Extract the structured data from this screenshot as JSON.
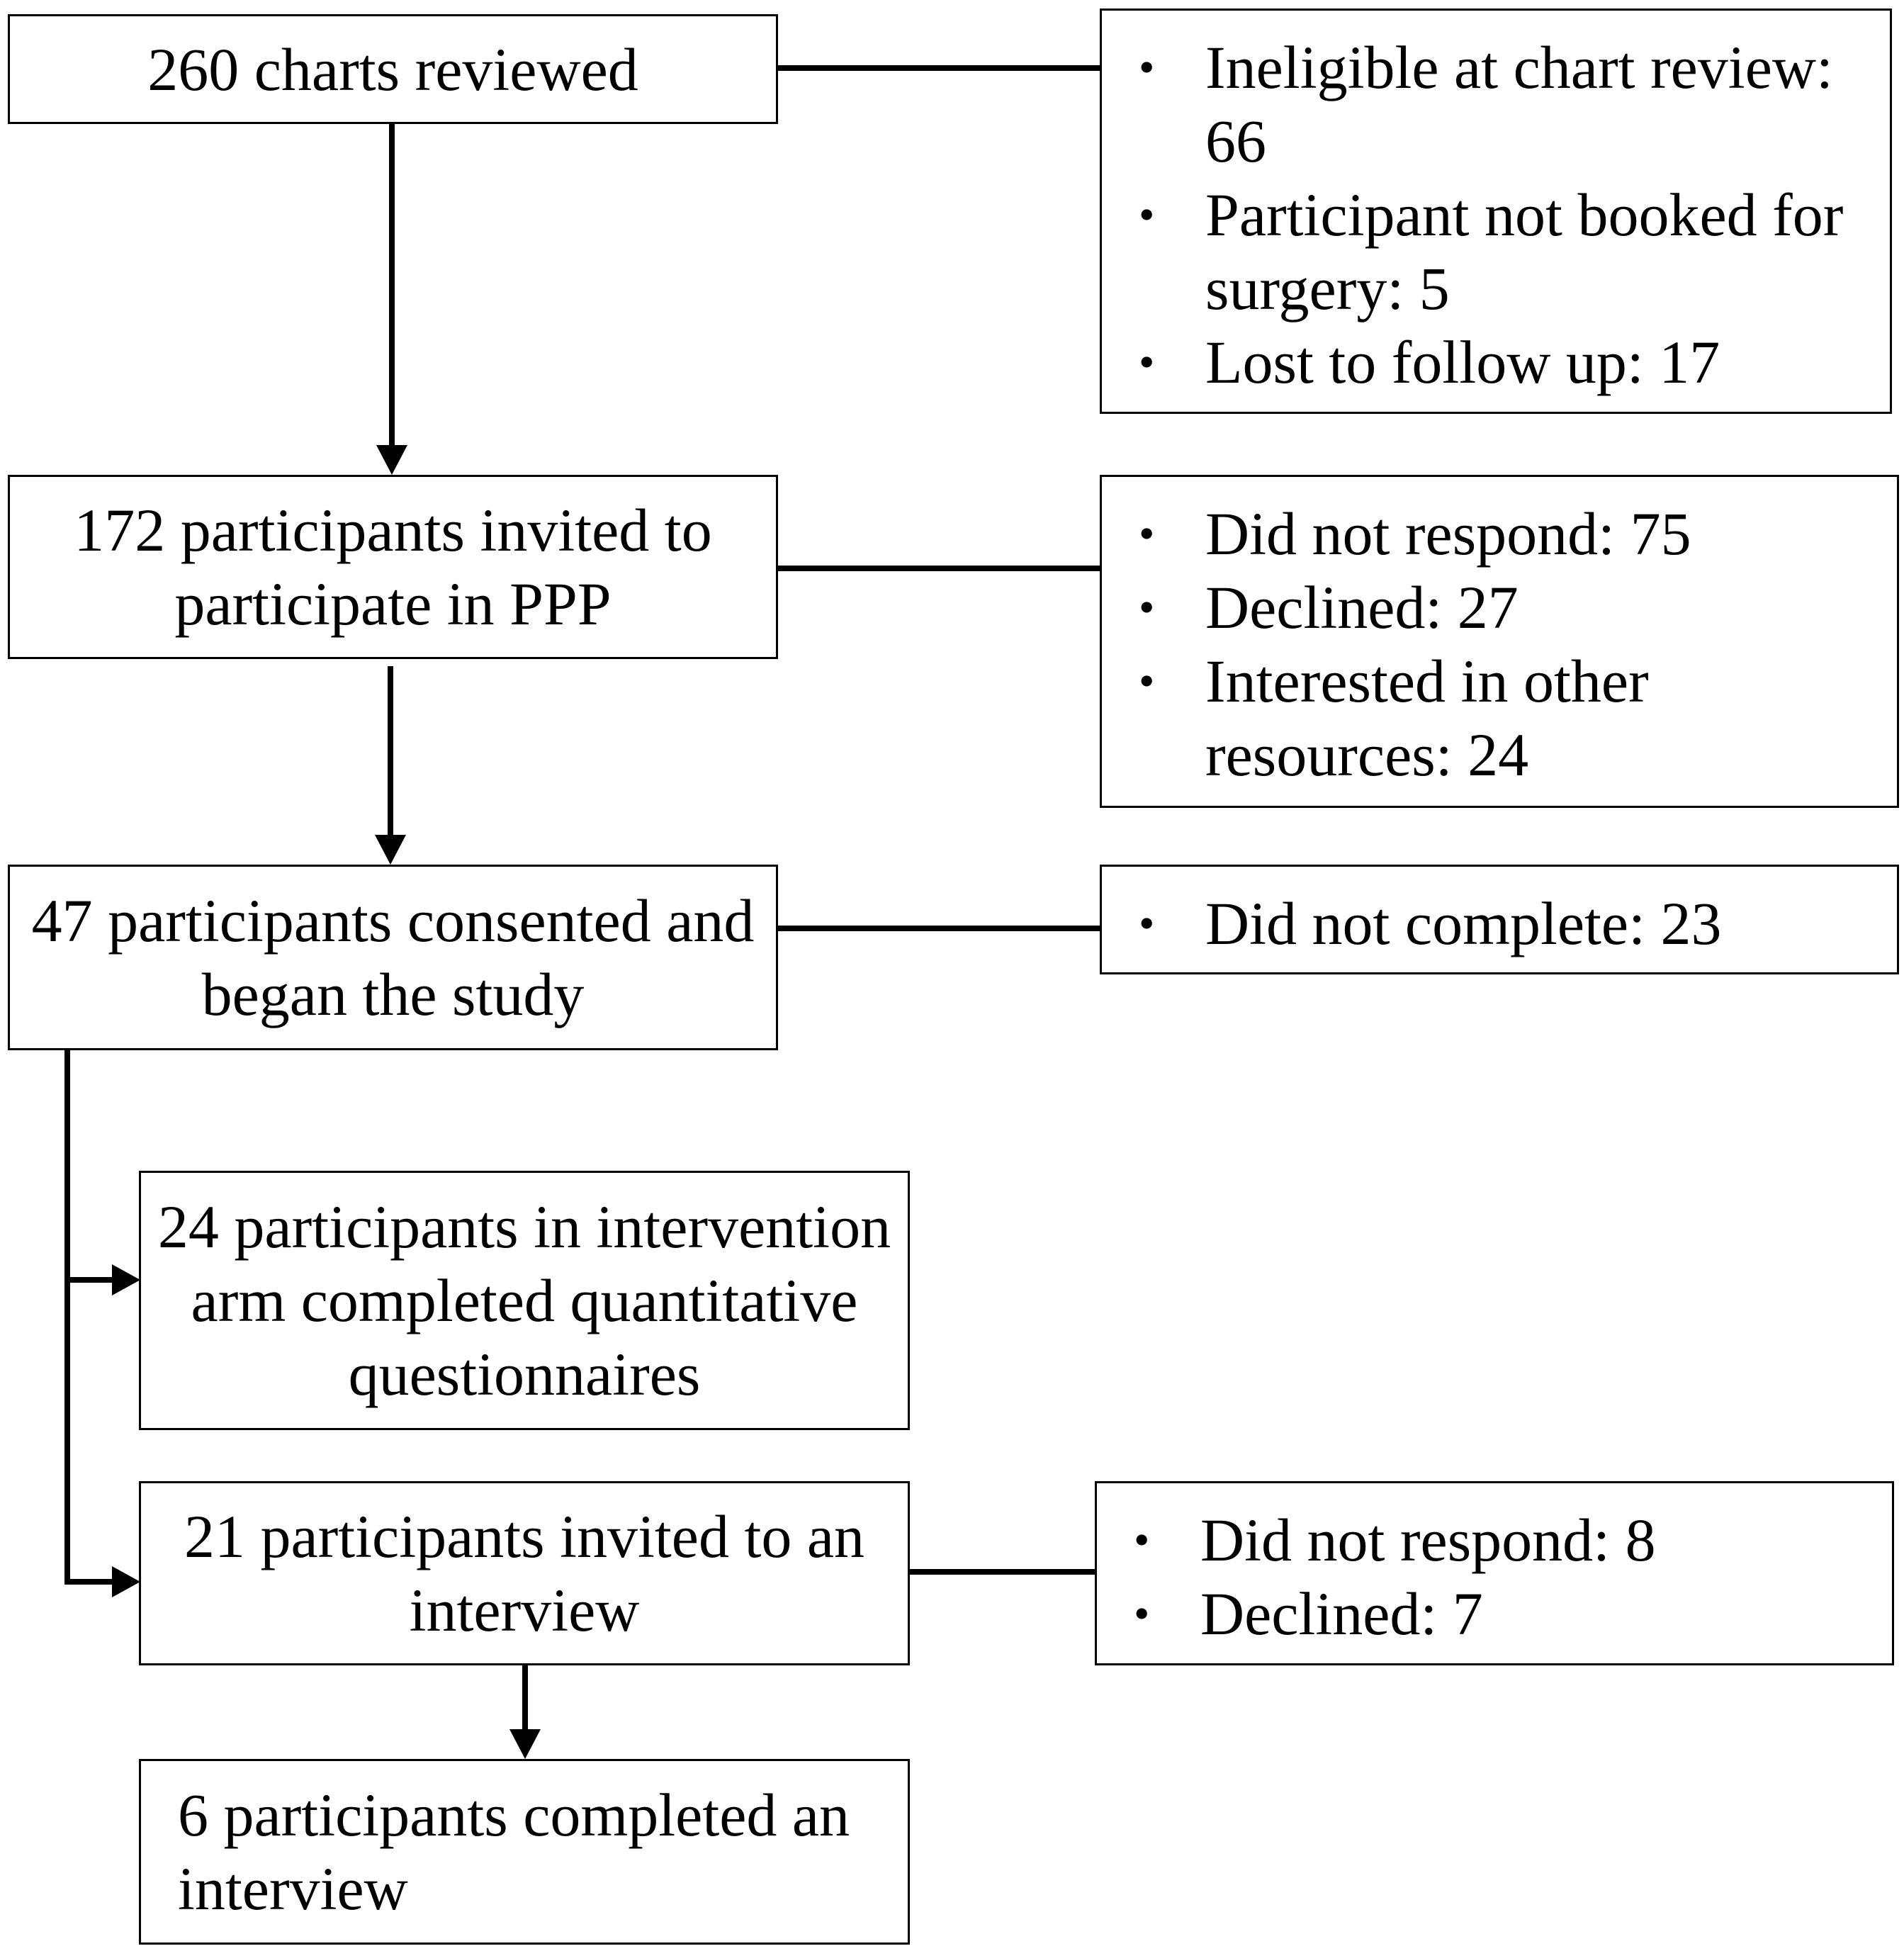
{
  "flow": {
    "n1": "260 charts reviewed",
    "n1_excl": [
      "Ineligible  at chart review: 66",
      "Participant not booked for surgery: 5",
      "Lost to follow up: 17"
    ],
    "n2": "172 participants invited to participate in PPP",
    "n2_excl": [
      "Did not respond: 75",
      "Declined:  27",
      "Interested in other resources: 24"
    ],
    "n3": "47 participants consented and began the study",
    "n3_excl": [
      "Did not complete: 23"
    ],
    "n4": "24 participants in intervention arm completed quantitative questionnaires",
    "n5": "21 participants invited to an interview",
    "n5_excl": [
      "Did not respond: 8",
      "Declined:  7"
    ],
    "n6": "6 participants completed an interview",
    "bullet_glyph": "•"
  }
}
